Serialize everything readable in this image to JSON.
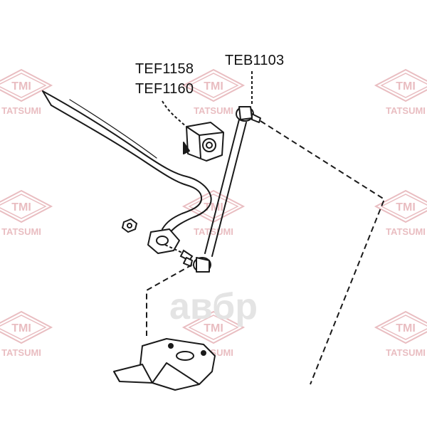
{
  "parts": {
    "bushing_1": "TEF1158",
    "bushing_2": "TEF1160",
    "link": "TEB1103"
  },
  "watermark": {
    "logo_text": "TMI",
    "brand_text": "TATSUMI",
    "center_text": "aвбр",
    "color": "#e2a8ad"
  },
  "colors": {
    "line": "#1a1a1a",
    "background": "#ffffff"
  }
}
